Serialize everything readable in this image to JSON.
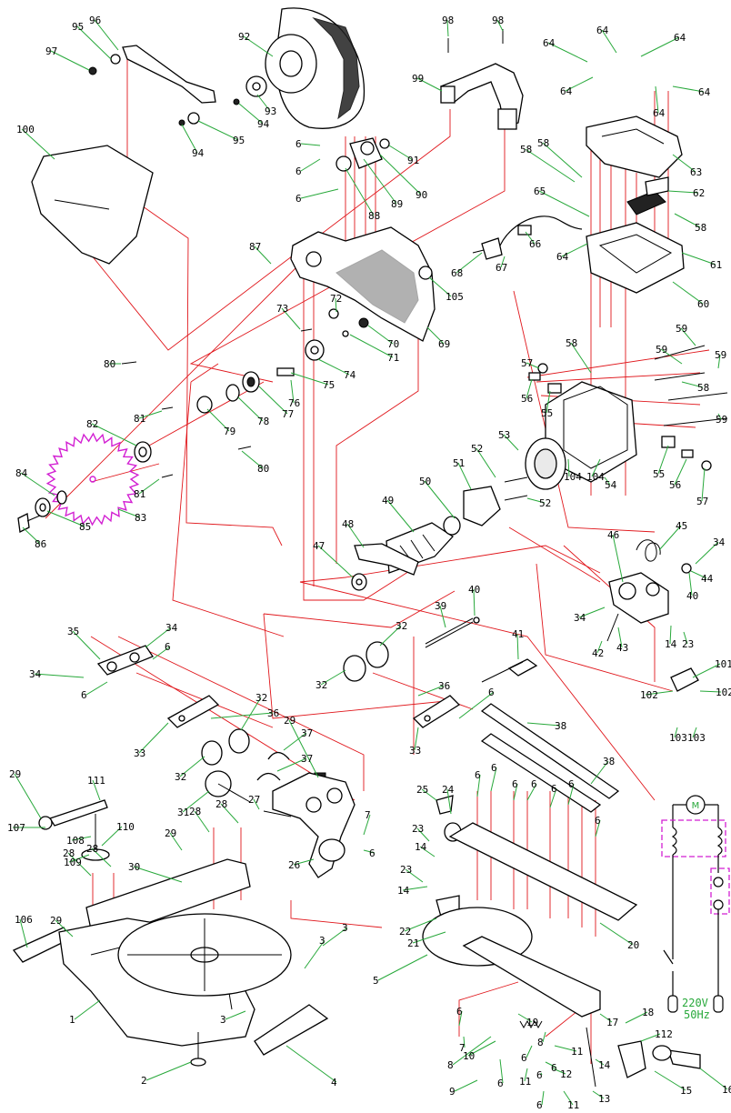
{
  "parts": [
    {
      "id": "p100",
      "label": "100"
    },
    {
      "id": "p97",
      "label": "97"
    },
    {
      "id": "p95a",
      "label": "95"
    },
    {
      "id": "p96",
      "label": "96"
    },
    {
      "id": "p92",
      "label": "92"
    },
    {
      "id": "p93",
      "label": "93"
    },
    {
      "id": "p94a",
      "label": "94"
    },
    {
      "id": "p95b",
      "label": "95"
    },
    {
      "id": "p94b",
      "label": "94"
    },
    {
      "id": "p98a",
      "label": "98"
    },
    {
      "id": "p98b",
      "label": "98"
    },
    {
      "id": "p99",
      "label": "99"
    },
    {
      "id": "p64a",
      "label": "64"
    },
    {
      "id": "p64b",
      "label": "64"
    },
    {
      "id": "p64c",
      "label": "64"
    },
    {
      "id": "p64d",
      "label": "64"
    },
    {
      "id": "p64e",
      "label": "64"
    },
    {
      "id": "p64f",
      "label": "64"
    },
    {
      "id": "p63",
      "label": "63"
    },
    {
      "id": "p6a",
      "label": "6"
    },
    {
      "id": "p6b",
      "label": "6"
    },
    {
      "id": "p91",
      "label": "91"
    },
    {
      "id": "p90",
      "label": "90"
    },
    {
      "id": "p89",
      "label": "89"
    },
    {
      "id": "p88",
      "label": "88"
    },
    {
      "id": "p6c",
      "label": "6"
    },
    {
      "id": "p58a",
      "label": "58"
    },
    {
      "id": "p58b",
      "label": "58"
    },
    {
      "id": "p65",
      "label": "65"
    },
    {
      "id": "p62",
      "label": "62"
    },
    {
      "id": "p58c",
      "label": "58"
    },
    {
      "id": "p87",
      "label": "87"
    },
    {
      "id": "p66",
      "label": "66"
    },
    {
      "id": "p64g",
      "label": "64"
    },
    {
      "id": "p61",
      "label": "61"
    },
    {
      "id": "p68",
      "label": "68"
    },
    {
      "id": "p67",
      "label": "67"
    },
    {
      "id": "p105",
      "label": "105"
    },
    {
      "id": "p60",
      "label": "60"
    },
    {
      "id": "p72",
      "label": "72"
    },
    {
      "id": "p73",
      "label": "73"
    },
    {
      "id": "p70",
      "label": "70"
    },
    {
      "id": "p69",
      "label": "69"
    },
    {
      "id": "p71",
      "label": "71"
    },
    {
      "id": "p74",
      "label": "74"
    },
    {
      "id": "p80a",
      "label": "80"
    },
    {
      "id": "p75",
      "label": "75"
    },
    {
      "id": "p76",
      "label": "76"
    },
    {
      "id": "p77",
      "label": "77"
    },
    {
      "id": "p78",
      "label": "78"
    },
    {
      "id": "p79",
      "label": "79"
    },
    {
      "id": "p81a",
      "label": "81"
    },
    {
      "id": "p80b",
      "label": "80"
    },
    {
      "id": "p81b",
      "label": "81"
    },
    {
      "id": "p82",
      "label": "82"
    },
    {
      "id": "p84",
      "label": "84"
    },
    {
      "id": "p83",
      "label": "83"
    },
    {
      "id": "p85",
      "label": "85"
    },
    {
      "id": "p86",
      "label": "86"
    },
    {
      "id": "p58d",
      "label": "58"
    },
    {
      "id": "p59a",
      "label": "59"
    },
    {
      "id": "p59b",
      "label": "59"
    },
    {
      "id": "p59c",
      "label": "59"
    },
    {
      "id": "p57a",
      "label": "57"
    },
    {
      "id": "p56a",
      "label": "56"
    },
    {
      "id": "p55a",
      "label": "55"
    },
    {
      "id": "p58e",
      "label": "58"
    },
    {
      "id": "p59d",
      "label": "59"
    },
    {
      "id": "p53",
      "label": "53"
    },
    {
      "id": "p52a",
      "label": "52"
    },
    {
      "id": "p51",
      "label": "51"
    },
    {
      "id": "p104a",
      "label": "104"
    },
    {
      "id": "p104b",
      "label": "104"
    },
    {
      "id": "p54",
      "label": "54"
    },
    {
      "id": "p55b",
      "label": "55"
    },
    {
      "id": "p56b",
      "label": "56"
    },
    {
      "id": "p57b",
      "label": "57"
    },
    {
      "id": "p52b",
      "label": "52"
    },
    {
      "id": "p50",
      "label": "50"
    },
    {
      "id": "p49",
      "label": "49"
    },
    {
      "id": "p48",
      "label": "48"
    },
    {
      "id": "p47",
      "label": "47"
    },
    {
      "id": "p45",
      "label": "45"
    },
    {
      "id": "p46",
      "label": "46"
    },
    {
      "id": "p34a",
      "label": "34"
    },
    {
      "id": "p40a",
      "label": "40"
    },
    {
      "id": "p44",
      "label": "44"
    },
    {
      "id": "p40b",
      "label": "40"
    },
    {
      "id": "p39",
      "label": "39"
    },
    {
      "id": "p34b",
      "label": "34"
    },
    {
      "id": "p42",
      "label": "42"
    },
    {
      "id": "p43",
      "label": "43"
    },
    {
      "id": "p14a",
      "label": "14"
    },
    {
      "id": "p23a",
      "label": "23"
    },
    {
      "id": "p41",
      "label": "41"
    },
    {
      "id": "p35",
      "label": "35"
    },
    {
      "id": "p34c",
      "label": "34"
    },
    {
      "id": "p6d",
      "label": "6"
    },
    {
      "id": "p32a",
      "label": "32"
    },
    {
      "id": "p34d",
      "label": "34"
    },
    {
      "id": "p6e",
      "label": "6"
    },
    {
      "id": "p32b",
      "label": "32"
    },
    {
      "id": "p36a",
      "label": "36"
    },
    {
      "id": "p36b",
      "label": "36"
    },
    {
      "id": "p32c",
      "label": "32"
    },
    {
      "id": "p6f",
      "label": "6"
    },
    {
      "id": "p101",
      "label": "101"
    },
    {
      "id": "p102a",
      "label": "102"
    },
    {
      "id": "p102b",
      "label": "102"
    },
    {
      "id": "p103a",
      "label": "103"
    },
    {
      "id": "p103b",
      "label": "103"
    },
    {
      "id": "p33a",
      "label": "33"
    },
    {
      "id": "p37a",
      "label": "37"
    },
    {
      "id": "p29a",
      "label": "29"
    },
    {
      "id": "p33b",
      "label": "33"
    },
    {
      "id": "p32d",
      "label": "32"
    },
    {
      "id": "p37b",
      "label": "37"
    },
    {
      "id": "p38a",
      "label": "38"
    },
    {
      "id": "p111",
      "label": "111"
    },
    {
      "id": "p29b",
      "label": "29"
    },
    {
      "id": "p31",
      "label": "31"
    },
    {
      "id": "p107",
      "label": "107"
    },
    {
      "id": "p108",
      "label": "108"
    },
    {
      "id": "p109",
      "label": "109"
    },
    {
      "id": "p110",
      "label": "110"
    },
    {
      "id": "p38b",
      "label": "38"
    },
    {
      "id": "p25",
      "label": "25"
    },
    {
      "id": "p24",
      "label": "24"
    },
    {
      "id": "p6g",
      "label": "6"
    },
    {
      "id": "p6h",
      "label": "6"
    },
    {
      "id": "p6i",
      "label": "6"
    },
    {
      "id": "p6j",
      "label": "6"
    },
    {
      "id": "p6k",
      "label": "6"
    },
    {
      "id": "p6l",
      "label": "6"
    },
    {
      "id": "p6m",
      "label": "6"
    },
    {
      "id": "p28a",
      "label": "28"
    },
    {
      "id": "p28b",
      "label": "28"
    },
    {
      "id": "p27",
      "label": "27"
    },
    {
      "id": "p7a",
      "label": "7"
    },
    {
      "id": "p6n",
      "label": "6"
    },
    {
      "id": "p23b",
      "label": "23"
    },
    {
      "id": "p14b",
      "label": "14"
    },
    {
      "id": "p29c",
      "label": "29"
    },
    {
      "id": "p30",
      "label": "30"
    },
    {
      "id": "p26",
      "label": "26"
    },
    {
      "id": "p23c",
      "label": "23"
    },
    {
      "id": "p14c",
      "label": "14"
    },
    {
      "id": "p28c",
      "label": "28"
    },
    {
      "id": "p28d",
      "label": "28"
    },
    {
      "id": "p20",
      "label": "20"
    },
    {
      "id": "p22",
      "label": "22"
    },
    {
      "id": "p21",
      "label": "21"
    },
    {
      "id": "p29d",
      "label": "29"
    },
    {
      "id": "p106",
      "label": "106"
    },
    {
      "id": "p3a",
      "label": "3"
    },
    {
      "id": "p5",
      "label": "5"
    },
    {
      "id": "p3b",
      "label": "3"
    },
    {
      "id": "p1",
      "label": "1"
    },
    {
      "id": "p3c",
      "label": "3"
    },
    {
      "id": "p4",
      "label": "4"
    },
    {
      "id": "p2",
      "label": "2"
    },
    {
      "id": "p18",
      "label": "18"
    },
    {
      "id": "p19",
      "label": "19"
    },
    {
      "id": "p112",
      "label": "112"
    },
    {
      "id": "p6o",
      "label": "6"
    },
    {
      "id": "p8a",
      "label": "8"
    },
    {
      "id": "p17",
      "label": "17"
    },
    {
      "id": "p7b",
      "label": "7"
    },
    {
      "id": "p8b",
      "label": "8"
    },
    {
      "id": "p10",
      "label": "10"
    },
    {
      "id": "p11a",
      "label": "11"
    },
    {
      "id": "p6p",
      "label": "6"
    },
    {
      "id": "p6q",
      "label": "6"
    },
    {
      "id": "p11b",
      "label": "11"
    },
    {
      "id": "p12",
      "label": "12"
    },
    {
      "id": "p16",
      "label": "16"
    },
    {
      "id": "p14d",
      "label": "14"
    },
    {
      "id": "p15",
      "label": "15"
    },
    {
      "id": "p9",
      "label": "9"
    },
    {
      "id": "p6r",
      "label": "6"
    },
    {
      "id": "p6s",
      "label": "6"
    },
    {
      "id": "p11c",
      "label": "11"
    },
    {
      "id": "p13",
      "label": "13"
    },
    {
      "id": "p6t",
      "label": "6"
    }
  ],
  "schematic": {
    "motor_symbol": "M",
    "voltage": "220V",
    "frequency": "50Hz"
  },
  "colors": {
    "assembly_lines": "#e0161b",
    "leader_lines": "#27a83a",
    "highlight": "#d21fd2",
    "ink": "#000000"
  }
}
